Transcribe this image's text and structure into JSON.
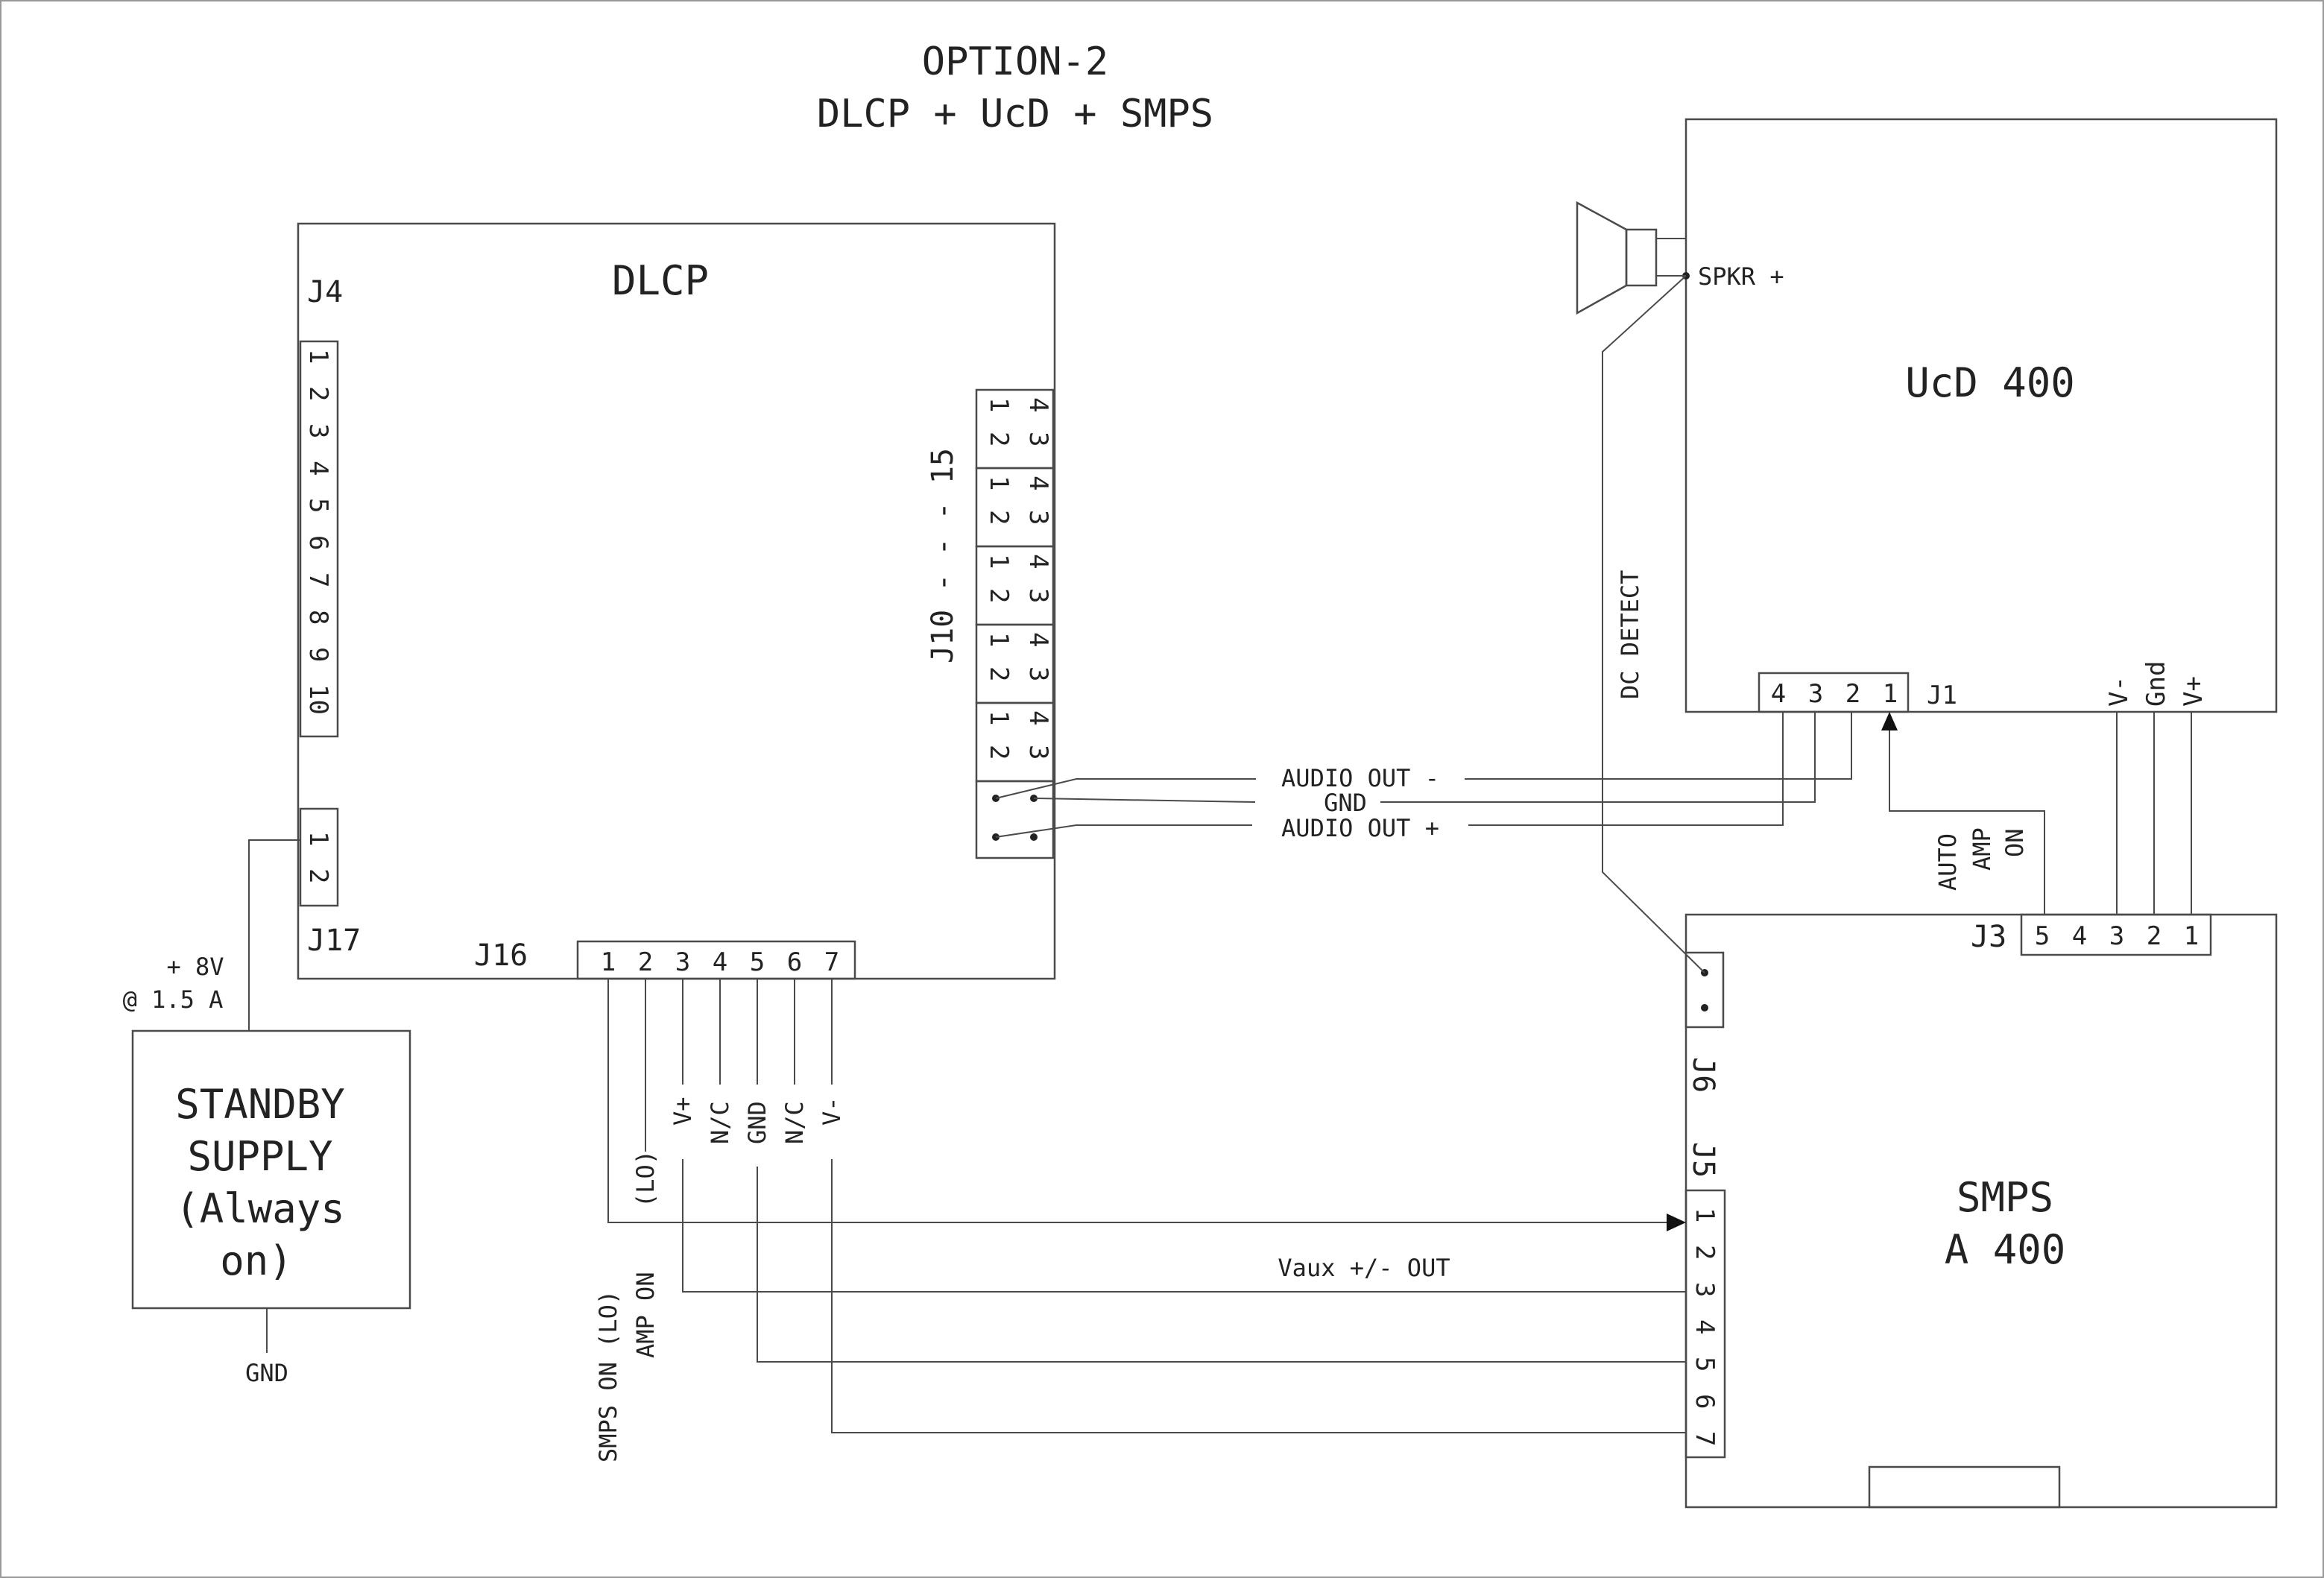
{
  "title": {
    "line1": "OPTION-2",
    "line2": "DLCP + UcD + SMPS"
  },
  "dlcp": {
    "name": "DLCP",
    "j4": {
      "label": "J4",
      "pins": [
        "1",
        "2",
        "3",
        "4",
        "5",
        "6",
        "7",
        "8",
        "9",
        "10"
      ]
    },
    "j17": {
      "label": "J17",
      "pins": [
        "1",
        "2"
      ]
    },
    "j16": {
      "label": "J16",
      "pins": [
        "1",
        "2",
        "3",
        "4",
        "5",
        "6",
        "7"
      ]
    },
    "j10": {
      "label": "J10 - - - 15",
      "pins_a": [
        "1",
        "2"
      ],
      "pins_b": [
        "3",
        "4"
      ]
    }
  },
  "ucd": {
    "name": "UcD 400",
    "spkr": "SPKR +",
    "j1": {
      "label": "J1",
      "pins": [
        "4",
        "3",
        "2",
        "1"
      ]
    },
    "power": [
      "V-",
      "Gnd",
      "V+"
    ]
  },
  "smps": {
    "name_line1": "SMPS",
    "name_line2": "A 400",
    "j3": {
      "label": "J3",
      "pins": [
        "5",
        "4",
        "3",
        "2",
        "1"
      ]
    },
    "j5": {
      "label": "J5",
      "pins": [
        "1",
        "2",
        "3",
        "4",
        "5",
        "6",
        "7"
      ]
    },
    "j6": {
      "label": "J6"
    }
  },
  "standby": {
    "line1": "STANDBY",
    "line2": "SUPPLY",
    "line3": "(Always",
    "line4": "on)",
    "rating_line1": "+ 8V",
    "rating_line2": "@ 1.5 A",
    "gnd": "GND"
  },
  "signals": {
    "audio_minus": "AUDIO OUT -",
    "gnd": "GND",
    "audio_plus": "AUDIO OUT +",
    "dc_detect": "DC DETECT",
    "auto_amp_on": [
      "AUTO",
      "AMP",
      "ON"
    ],
    "j16_labels": [
      "V+",
      "N/C",
      "GND",
      "N/C",
      "V-"
    ],
    "lo_label": "(LO)",
    "amp_on": "AMP ON",
    "smps_on": "SMPS ON (LO)",
    "vaux": "Vaux +/- OUT"
  }
}
